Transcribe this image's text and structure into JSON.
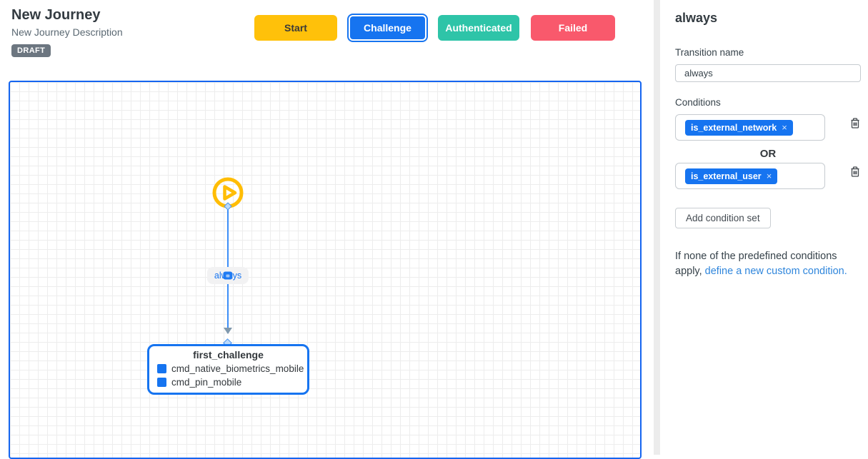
{
  "header": {
    "title": "New Journey",
    "description": "New Journey Description",
    "status_badge": "DRAFT"
  },
  "status_buttons": {
    "start": {
      "label": "Start",
      "color": "#FFC10A",
      "selected": false
    },
    "challenge": {
      "label": "Challenge",
      "color": "#1674F0",
      "selected": true
    },
    "authenticated": {
      "label": "Authenticated",
      "color": "#2EC4A8",
      "selected": false
    },
    "failed": {
      "label": "Failed",
      "color": "#F9596C",
      "selected": false
    }
  },
  "canvas": {
    "start_node": {
      "icon": "play-circle-icon",
      "color": "#FFBD05"
    },
    "edge": {
      "label": "always",
      "line_color": "#3D8EF7"
    },
    "challenge_node": {
      "title": "first_challenge",
      "commands": [
        "cmd_native_biometrics_mobile",
        "cmd_pin_mobile"
      ],
      "border_color": "#1674F0"
    }
  },
  "sidebar": {
    "title": "always",
    "transition_name": {
      "label": "Transition name",
      "value": "always"
    },
    "conditions": {
      "label": "Conditions",
      "sets": [
        {
          "chips": [
            "is_external_network"
          ]
        },
        {
          "chips": [
            "is_external_user"
          ]
        }
      ],
      "or_label": "OR"
    },
    "add_condition_set_label": "Add condition set",
    "note": {
      "text": "If none of the predefined conditions apply, ",
      "link": "define a new custom condition."
    }
  },
  "icons": {
    "close": "×"
  }
}
